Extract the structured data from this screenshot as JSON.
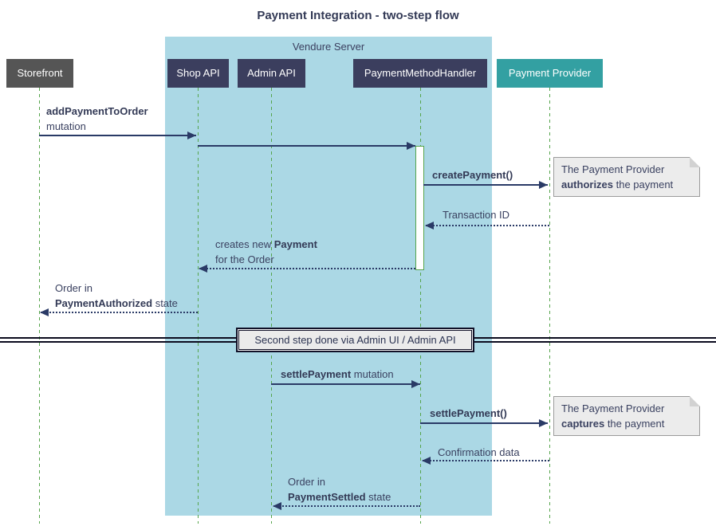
{
  "title": "Payment Integration - two-step flow",
  "frame": {
    "label": "Vendure Server"
  },
  "participants": [
    {
      "label": "Storefront"
    },
    {
      "label": "Shop API"
    },
    {
      "label": "Admin API"
    },
    {
      "label": "PaymentMethodHandler"
    },
    {
      "label": "Payment Provider"
    }
  ],
  "messages": {
    "add_payment": {
      "bold": "addPaymentToOrder",
      "line2": "mutation"
    },
    "create_payment": {
      "bold": "createPayment()"
    },
    "transaction_id": {
      "text": "Transaction ID"
    },
    "creates_payment": {
      "pre": "creates new ",
      "bold": "Payment",
      "line2": "for the Order"
    },
    "order_authorized": {
      "line1": "Order in",
      "bold": "PaymentAuthorized",
      "post": " state"
    },
    "settle_mutation": {
      "bold": "settlePayment",
      "post": " mutation"
    },
    "settle_payment": {
      "bold": "settlePayment()"
    },
    "confirmation": {
      "text": "Confirmation data"
    },
    "order_settled": {
      "line1": "Order in",
      "bold": "PaymentSettled",
      "post": " state"
    }
  },
  "notes": {
    "authorize": {
      "line1": "The Payment Provider",
      "bold": "authorizes",
      "post": " the payment"
    },
    "capture": {
      "line1": "The Payment Provider",
      "bold": "captures",
      "post": " the payment"
    }
  },
  "divider": {
    "label": "Second step done via Admin UI / Admin API"
  },
  "colors": {
    "frame_bg": "#abd8e5",
    "participant_bg": "#3b3e5e",
    "storefront_bg": "#555555",
    "provider_bg": "#33a0a2",
    "lifeline_green": "#55a44b",
    "arrow_navy": "#2a3a66",
    "text_navy": "#3a4160",
    "note_bg": "#ececec",
    "note_border": "#9b9b9b",
    "divider_border": "#101027"
  }
}
